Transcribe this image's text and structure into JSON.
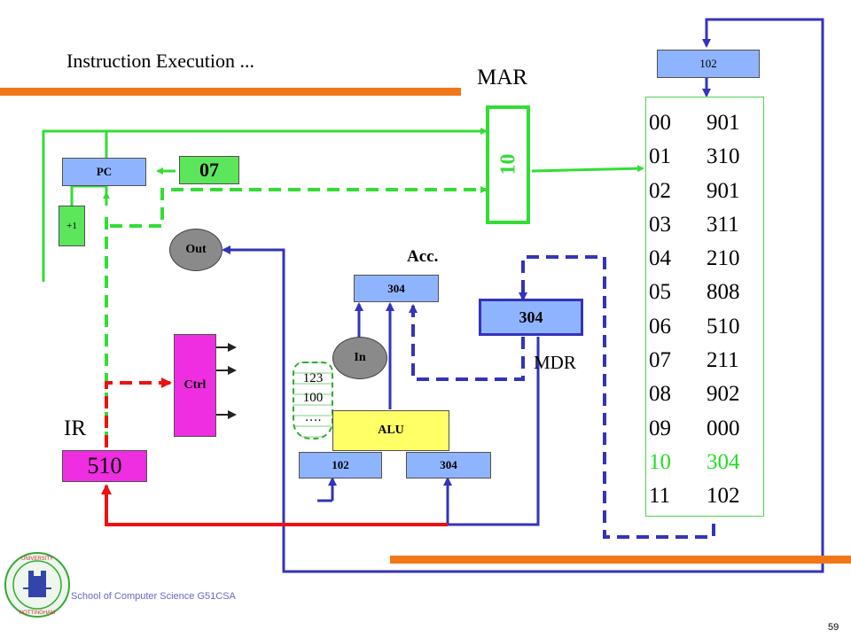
{
  "title": "Instruction Execution ...",
  "labels": {
    "mar": "MAR",
    "mdr": "MDR",
    "ir": "IR",
    "acc": "Acc."
  },
  "registers": {
    "pc": "PC",
    "plus_one": "+1",
    "pc_next": "07",
    "mar_value": "10",
    "out": "Out",
    "in": "In",
    "acc_value": "304",
    "mdr_value": "304",
    "ctrl": "Ctrl",
    "ir_value": "510",
    "alu": "ALU",
    "alu_in_left": "102",
    "alu_in_right": "304",
    "mem_address_bus": "102"
  },
  "input_tape": [
    "123",
    "100",
    "…."
  ],
  "memory": [
    {
      "addr": "00",
      "val": "901"
    },
    {
      "addr": "01",
      "val": "310"
    },
    {
      "addr": "02",
      "val": "901"
    },
    {
      "addr": "03",
      "val": "311"
    },
    {
      "addr": "04",
      "val": "210"
    },
    {
      "addr": "05",
      "val": "808"
    },
    {
      "addr": "06",
      "val": "510"
    },
    {
      "addr": "07",
      "val": "211"
    },
    {
      "addr": "08",
      "val": "902"
    },
    {
      "addr": "09",
      "val": "000"
    },
    {
      "addr": "10",
      "val": "304",
      "highlight": true
    },
    {
      "addr": "11",
      "val": "102"
    }
  ],
  "colors": {
    "green_wire": "#33dd33",
    "blue_wire": "#3333bb",
    "red_wire": "#ee1111",
    "orange_bar": "#f07818"
  },
  "footer": "School of Computer Science G51CSA",
  "page_number": "59"
}
